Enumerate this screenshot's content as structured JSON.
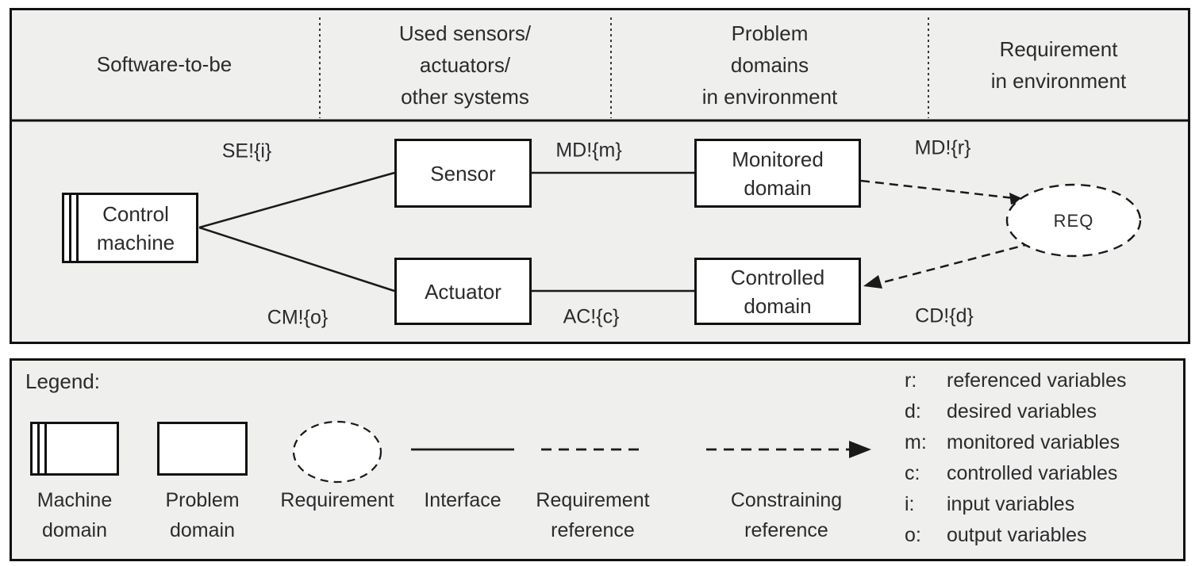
{
  "figure": {
    "type": "problem-frames-diagram",
    "background": "#ffffff",
    "panel_fill": "#efefed",
    "line_color": "#111111",
    "text_color": "#2b2b2e"
  },
  "header": {
    "columns": [
      {
        "lines": [
          "Software-to-be",
          "",
          ""
        ]
      },
      {
        "lines": [
          "Used sensors/",
          "actuators/",
          "other systems"
        ]
      },
      {
        "lines": [
          "Problem",
          "domains",
          "in environment"
        ]
      },
      {
        "lines": [
          "Requirement",
          "in environment",
          ""
        ]
      }
    ]
  },
  "diagram": {
    "boxes": {
      "control": {
        "lines": [
          "Control",
          "machine"
        ]
      },
      "sensor": {
        "lines": [
          "Sensor"
        ]
      },
      "actuator": {
        "lines": [
          "Actuator"
        ]
      },
      "monitored": {
        "lines": [
          "Monitored",
          "domain"
        ]
      },
      "controlled": {
        "lines": [
          "Controlled",
          "domain"
        ]
      }
    },
    "requirement_node": "REQ",
    "edge_labels": {
      "se": "SE!{i}",
      "cm": "CM!{o}",
      "md_m": "MD!{m}",
      "ac": "AC!{c}",
      "md_r": "MD!{r}",
      "cd": "CD!{d}"
    }
  },
  "legend": {
    "title": "Legend:",
    "machine_domain": {
      "lines": [
        "Machine",
        "domain"
      ]
    },
    "problem_domain": {
      "lines": [
        "Problem",
        "domain"
      ]
    },
    "requirement": {
      "lines": [
        "Requirement"
      ]
    },
    "interface": {
      "lines": [
        "Interface"
      ]
    },
    "requirement_reference": {
      "lines": [
        "Requirement",
        "reference"
      ]
    },
    "constraining_reference": {
      "lines": [
        "Constraining",
        "reference"
      ]
    },
    "variables": [
      {
        "key": "r:",
        "desc": "referenced variables"
      },
      {
        "key": "d:",
        "desc": "desired variables"
      },
      {
        "key": "m:",
        "desc": "monitored variables"
      },
      {
        "key": "c:",
        "desc": "controlled variables"
      },
      {
        "key": "i:",
        "desc": "input variables"
      },
      {
        "key": "o:",
        "desc": "output variables"
      }
    ]
  }
}
